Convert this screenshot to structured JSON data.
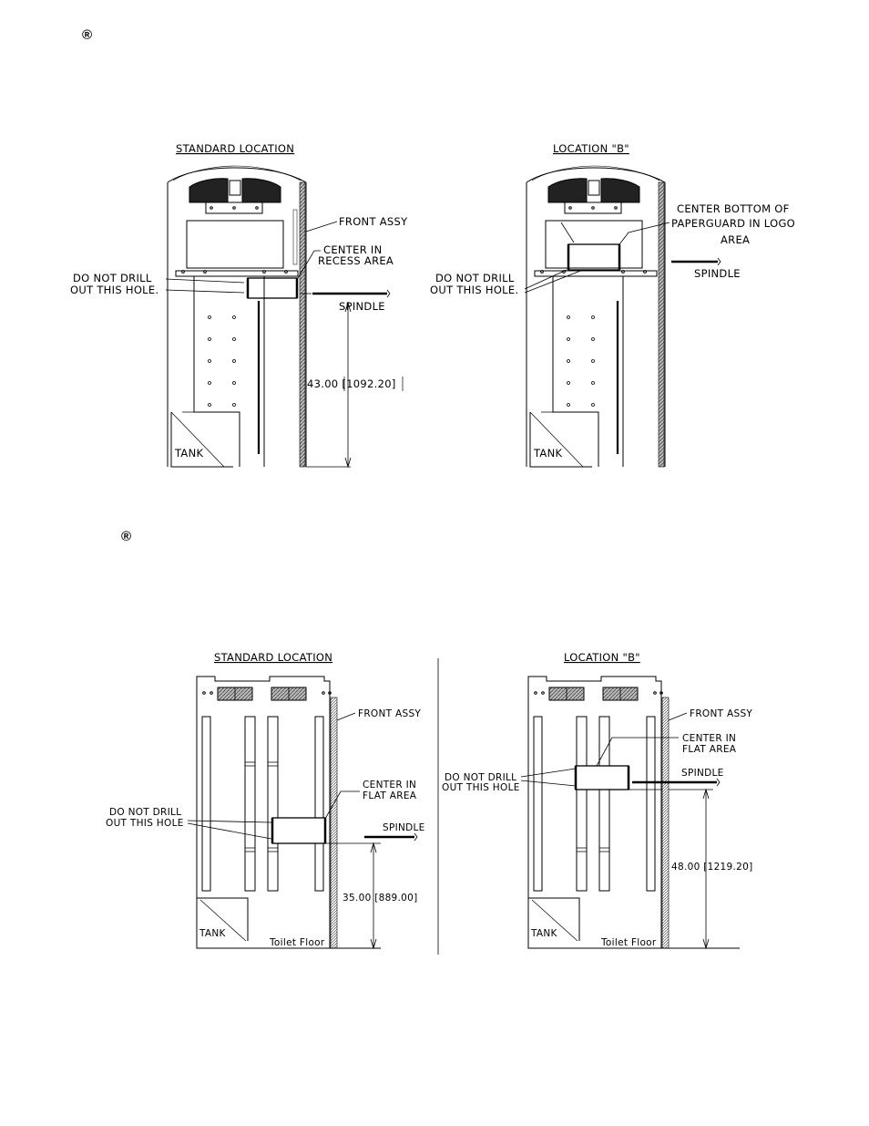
{
  "marks": {
    "registered_1": "®",
    "registered_2": "®"
  },
  "top_standard": {
    "title": "STANDARD LOCATION",
    "front_assy": "FRONT ASSY",
    "center_1": "CENTER IN",
    "center_2": "RECESS AREA",
    "drill_1": "DO NOT DRILL",
    "drill_2": "OUT THIS HOLE.",
    "spindle": "SPINDLE",
    "dimension": "43.00  [1092.20]",
    "tank": "TANK"
  },
  "top_b": {
    "title": "LOCATION \"B\"",
    "center_1": "CENTER BOTTOM OF",
    "center_2": "PAPERGUARD IN LOGO",
    "center_3": "AREA",
    "drill_1": "DO NOT DRILL",
    "drill_2": "OUT THIS HOLE.",
    "spindle": "SPINDLE",
    "tank": "TANK"
  },
  "bottom_standard": {
    "title": "STANDARD LOCATION",
    "front_assy": "FRONT ASSY",
    "center_1": "CENTER IN",
    "center_2": "FLAT AREA",
    "drill_1": "DO NOT DRILL",
    "drill_2": "OUT THIS HOLE",
    "spindle": "SPINDLE",
    "dimension": "35.00  [889.00]",
    "tank": "TANK",
    "floor": "Toilet Floor"
  },
  "bottom_b": {
    "title": "LOCATION \"B\"",
    "front_assy": "FRONT ASSY",
    "center_1": "CENTER IN",
    "center_2": "FLAT AREA",
    "drill_1": "DO NOT DRILL",
    "drill_2": "OUT THIS HOLE",
    "spindle": "SPINDLE",
    "dimension": "48.00  [1219.20]",
    "tank": "TANK",
    "floor": "Toilet Floor"
  }
}
